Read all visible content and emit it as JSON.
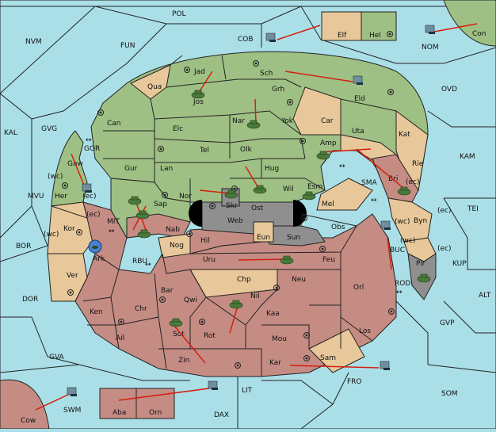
{
  "map": {
    "colors": {
      "sea": "#aadfe8",
      "green_power": "#9fc084",
      "tan_neutral": "#e8c89a",
      "red_power": "#c58c84",
      "gray_power": "#8f8f8f",
      "order_arrow": "#d42010"
    },
    "sea_labels": [
      "POL",
      "NVM",
      "FUN",
      "COB",
      "NOM",
      "OVD",
      "KAL",
      "GVG",
      "GOR",
      "KAM",
      "MVU",
      "MIT",
      "SMA",
      "TEI",
      "BOR",
      "RBU",
      "BUC",
      "KUP",
      "DOR",
      "ROD",
      "ALT",
      "GVP",
      "GVA",
      "FRO",
      "SOM",
      "LIT",
      "SWM",
      "DAX"
    ],
    "green_labels": [
      "Jad",
      "Sch",
      "Qua",
      "Jos",
      "Grh",
      "Eld",
      "Can",
      "Nar",
      "Yok",
      "Car",
      "Elc",
      "Tel",
      "Olk",
      "Uta",
      "Kat",
      "Amp",
      "Gur",
      "Lan",
      "Hug",
      "Rie",
      "Esm",
      "Wil",
      "Nor",
      "Skr",
      "Sap",
      "Gaw",
      "Her",
      "Hel"
    ],
    "tan_labels": [
      "Elf",
      "Kor",
      "Ver",
      "Mel",
      "Byn",
      "Nog",
      "Chp",
      "Sam",
      "Eun"
    ],
    "red_labels": [
      "Ark",
      "Nab",
      "Hil",
      "Obs",
      "Uru",
      "Feu",
      "Bar",
      "Qwi",
      "Nil",
      "Neu",
      "Orl",
      "Ken",
      "Chr",
      "Ail",
      "Kaa",
      "Sot",
      "Rot",
      "Mou",
      "Los",
      "Zin",
      "Kar",
      "Aba",
      "Orn",
      "Cow",
      "Bri"
    ],
    "gray_labels": [
      "Ost",
      "Web",
      "Sun",
      "Pir"
    ],
    "coast_markers": [
      "(wc)",
      "(ec)",
      "(wc)",
      "(ec)",
      "(ec)",
      "(wc)",
      "(ec)",
      "(wc)",
      "(ec)"
    ],
    "strait_markers": [
      "↔",
      "↔",
      "↔",
      "↔",
      "↔",
      "↔"
    ],
    "con_label": "Con"
  }
}
